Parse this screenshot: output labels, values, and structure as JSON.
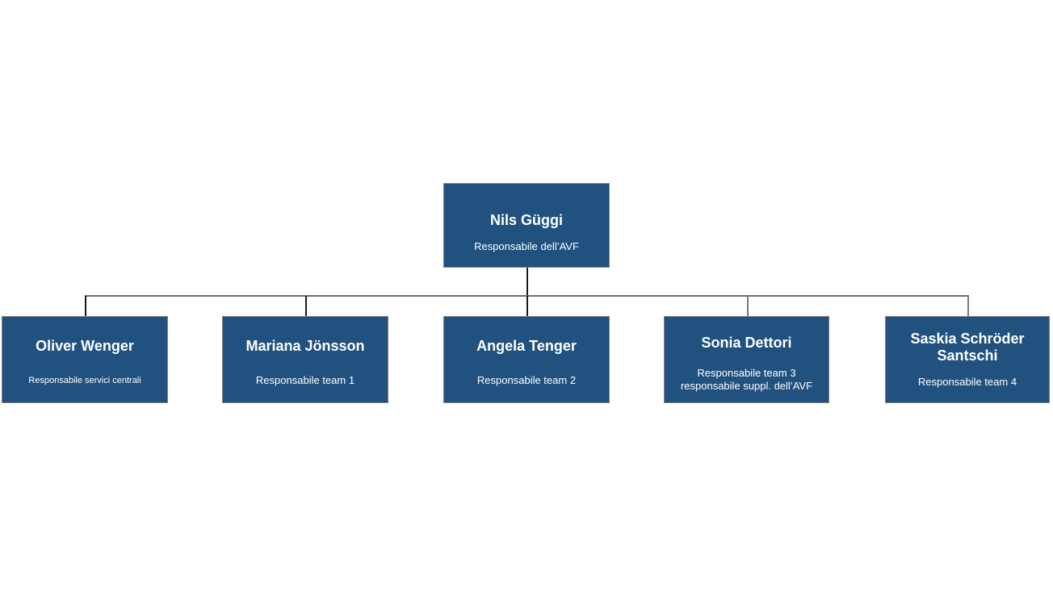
{
  "chart_data": {
    "type": "diagram",
    "diagram_type": "organization-chart",
    "orientation": "top-down",
    "levels": 2,
    "node_count": 6,
    "colors": {
      "node_fill": "#21517F",
      "node_border": "#808080",
      "node_text": "#FFFFFF",
      "connector": "#5A5A5A",
      "background": "#FFFFFF"
    }
  },
  "root": {
    "title": "Nils Güggi",
    "subtitle": "Responsabile dell’AVF"
  },
  "children": [
    {
      "title": "Oliver Wenger",
      "subtitle": "Responsabile servici centrali"
    },
    {
      "title": "Mariana Jönsson",
      "subtitle": "Responsabile  team 1"
    },
    {
      "title": "Angela Tenger",
      "subtitle": "Responsabile  team 2"
    },
    {
      "title": "Sonia Dettori",
      "subtitle": "Responsabile team 3\nresponsabile suppl. dell’AVF"
    },
    {
      "title": "Saskia Schröder\nSantschi",
      "subtitle": "Responsabile  team 4"
    }
  ]
}
